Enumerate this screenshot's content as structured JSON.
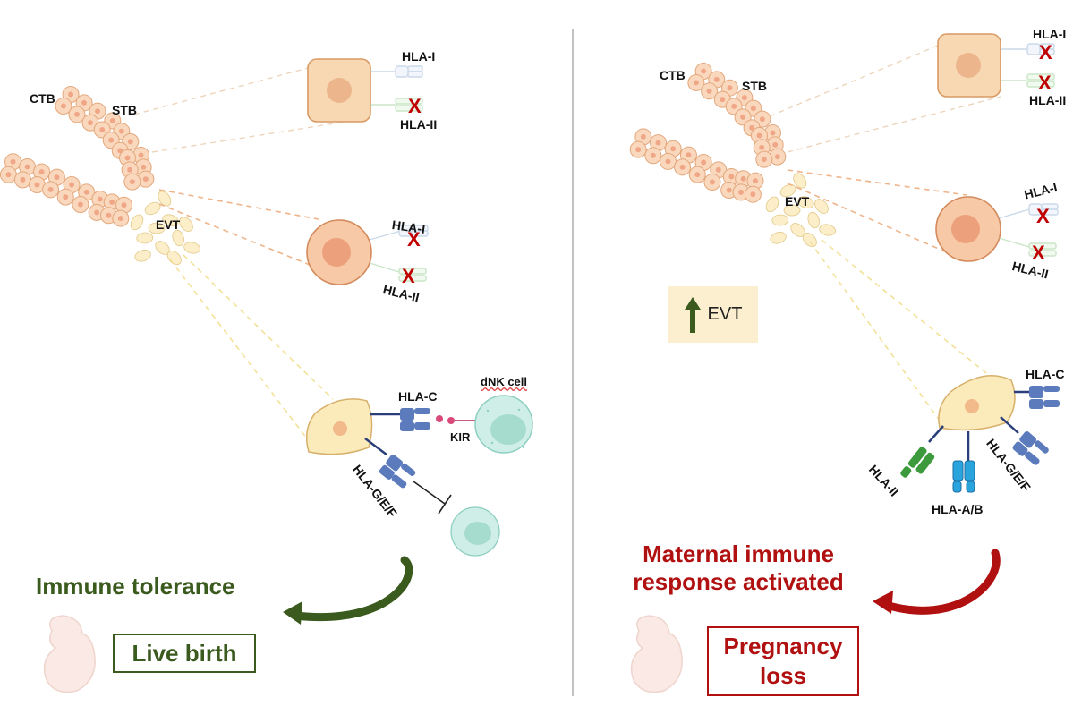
{
  "left_panel": {
    "labels": {
      "ctb": "CTB",
      "stb": "STB",
      "evt": "EVT",
      "hla_i_top": "HLA-I",
      "hla_ii_top": "HLA-II",
      "hla_i_mid": "HLA-I",
      "hla_ii_mid": "HLA-II",
      "hla_c": "HLA-C",
      "kir": "KIR",
      "dnk_cell": "dNK cell",
      "hla_gef": "HLA-G/E/F"
    },
    "x_marks": [
      "X",
      "X",
      "X"
    ],
    "outcome_heading": "Immune tolerance",
    "outcome_box": "Live birth",
    "colors": {
      "heading": "#3a5a1e",
      "arrow": "#3a5a1e"
    }
  },
  "right_panel": {
    "labels": {
      "ctb": "CTB",
      "stb": "STB",
      "evt": "EVT",
      "hla_i_top": "HLA-I",
      "hla_ii_top": "HLA-II",
      "hla_i_mid": "HLA-I",
      "hla_ii_mid": "HLA-II",
      "hla_c": "HLA-C",
      "hla_gef": "HLA-G/E/F",
      "hla_ii_low": "HLA-II",
      "hla_ab": "HLA-A/B"
    },
    "x_marks": [
      "X",
      "X",
      "X",
      "X"
    ],
    "evt_indicator": {
      "icon": "arrow-up-icon",
      "text": "EVT"
    },
    "outcome_heading_lines": [
      "Maternal immune",
      "response activated"
    ],
    "outcome_box_lines": [
      "Pregnancy",
      "loss"
    ],
    "colors": {
      "heading": "#b01010",
      "arrow": "#b01010"
    }
  },
  "palette": {
    "tissue_fill": "#f9d8bd",
    "tissue_stroke": "#e3a77c",
    "evt_fill": "#fbeec8",
    "hla_blue": "#5b7bbd",
    "hla_green": "#3c9a3c",
    "hla_cyan": "#2aa4dd",
    "dnk_fill": "#c9ebe4",
    "x_red": "#c00000"
  }
}
